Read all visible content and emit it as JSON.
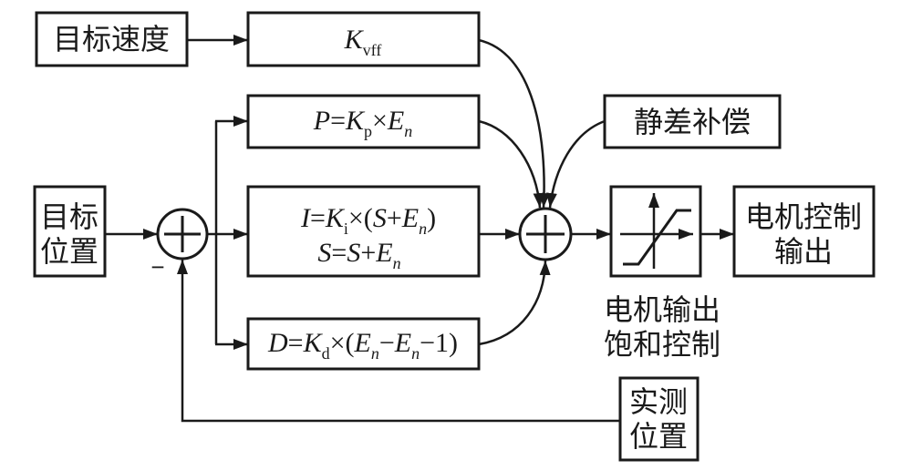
{
  "blocks": {
    "target_speed": "目标速度",
    "target_position": {
      "line1": "目标",
      "line2": "位置"
    },
    "static_error_compensation": "静差补偿",
    "motor_control_output": {
      "line1": "电机控制",
      "line2": "输出"
    },
    "measured_position": {
      "line1": "实测",
      "line2": "位置"
    },
    "saturation_label": {
      "line1": "电机输出",
      "line2": "饱和控制"
    }
  },
  "formulas": {
    "kvff": [
      "K",
      "vff"
    ],
    "proportional": [
      "P",
      "=",
      "K",
      "p",
      "×",
      "E",
      "n"
    ],
    "integral_line1": [
      "I",
      "=",
      "K",
      "i",
      "×(",
      "S",
      "+",
      "E",
      "n",
      ")"
    ],
    "integral_line2": [
      "S",
      "=",
      "S",
      "+",
      "E",
      "n"
    ],
    "derivative": [
      "D",
      "=",
      "K",
      "d",
      "×(",
      "E",
      "n",
      "−",
      "E",
      "n",
      "−1)"
    ]
  },
  "summing_junction_1": {
    "feedback_sign": "−"
  }
}
